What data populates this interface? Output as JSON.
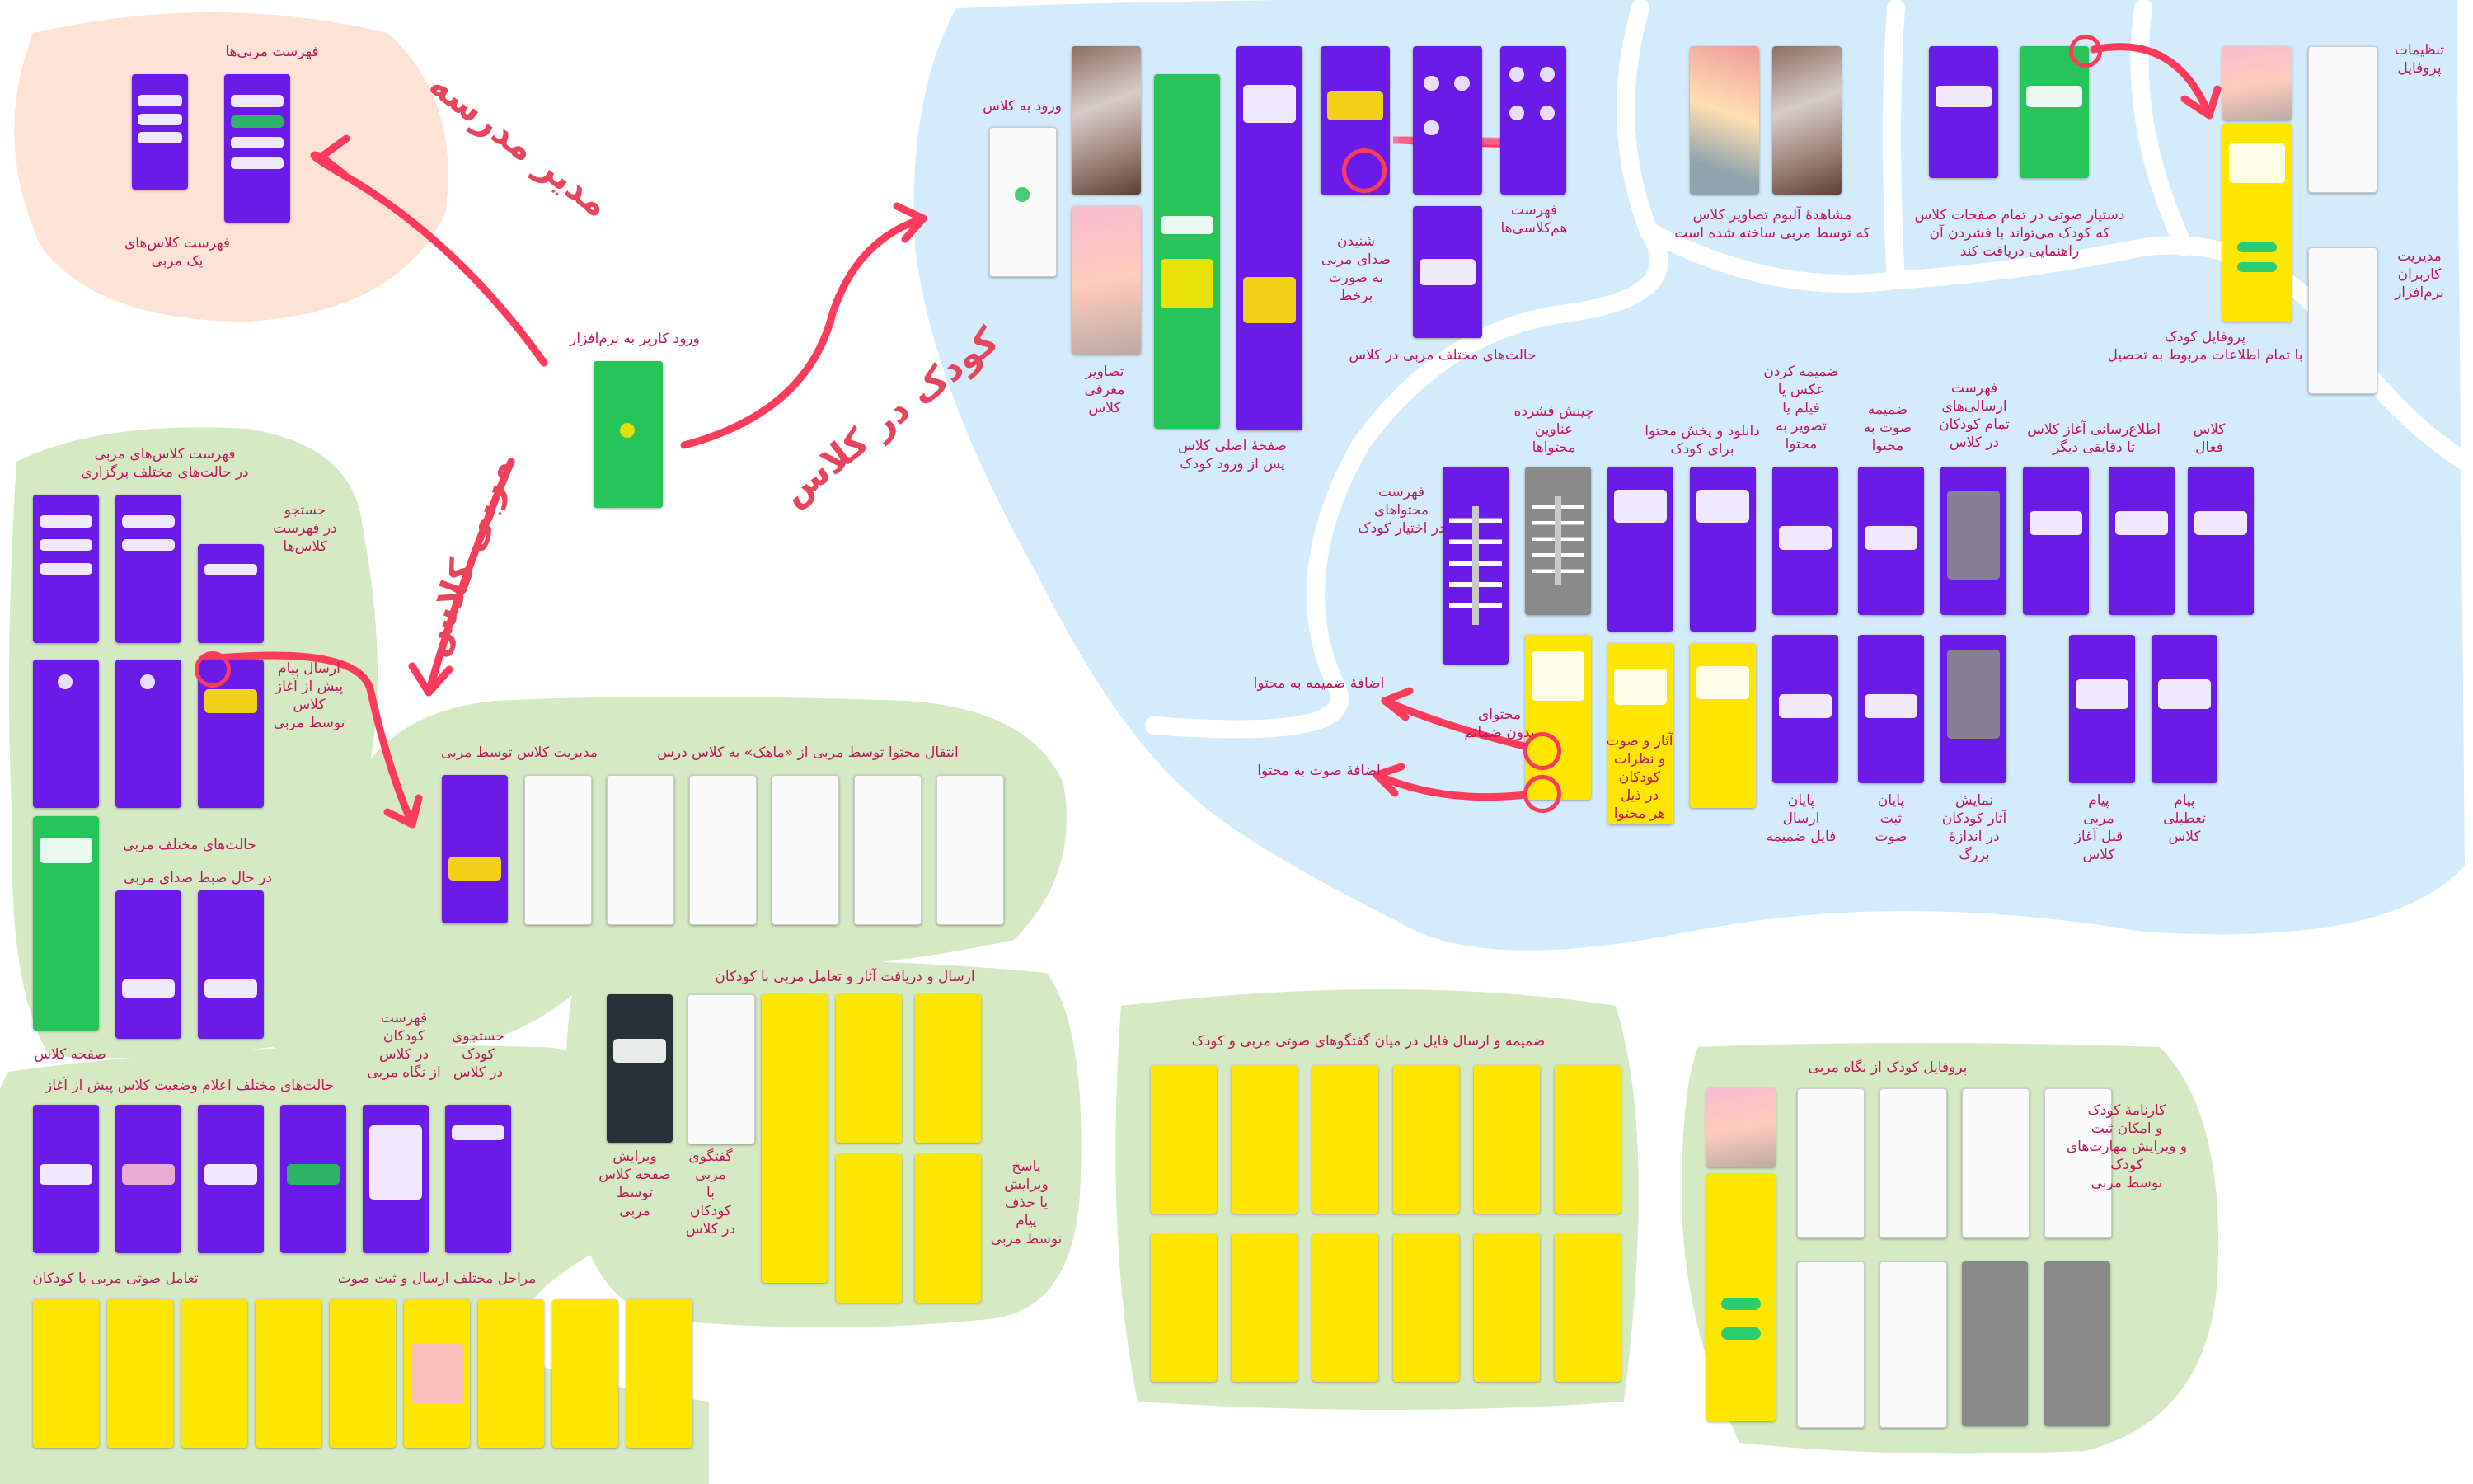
{
  "colors": {
    "school_zone": "#fde2d6",
    "child_zone": "#d4ebfb",
    "teacher_zone": "#d5e9c4",
    "arrow": "#ff3b5c",
    "label": "#c2185b",
    "primary_violet": "#6a1be8",
    "primary_yellow": "#ffe600",
    "primary_green": "#27c45a"
  },
  "flows": {
    "school_manager": "مدیر مدرسه",
    "teacher": "مربی کلاس",
    "child_in_class": "کودک در کلاس"
  },
  "labels": {
    "user_login": "ورود کاربر به نرم‌افزار",
    "teachers_list": "فهرست مربی‌ها",
    "teacher_classes": "فهرست کلاس‌های\nیک مربی",
    "class_entry": "ورود به کلاس",
    "intro_images": "تصاویر\nمعرفی\nکلاس",
    "main_page": "صفحهٔ اصلی کلاس\nپس از ورود کودک",
    "teacher_voice": "شنیدن\nصدای مربی\nبه صورت\nبرخط",
    "teacher_states": "حالت‌های مختلف مربی در کلاس",
    "classmates": "فهرست\nهم‌کلاسی‌ها",
    "album": "مشاهدهٔ آلبوم تصاویر کلاس\nکه توسط مربی ساخته شده است",
    "voice_assistant": "دستیار صوتی در تمام صفحات کلاس\nکه کودک می‌تواند با فشردن آن\nراهنمایی دریافت کند",
    "profile_settings": "تنظیمات\nپروفایل",
    "child_profile": "پروفایل کودک\nبا تمام اطلاعات مربوط به تحصیل",
    "user_management": "مدیریت\nکاربران\nنرم‌افزار",
    "active_class": "کلاس\nفعال",
    "class_start_notice": "اطلاع‌رسانی آغاز کلاس\nتا دقایقی دیگر",
    "children_list_sent": "فهرست\nارسالی‌های\nتمام کودکان\nدر کلاس",
    "attach_voice": "ضمیمه\nصوت به\nمحتوا",
    "attach_photo": "ضمیمه کردن\nعکس یا\nفیلم یا\nتصویر به\nمحتوا",
    "download_content": "دانلود و پخش محتوا\nبرای کودک",
    "content_titles": "چینش فشرده\nعناوین\nمحتواها",
    "content_list": "فهرست\nمحتواهای\nدر اختیار کودک",
    "holiday_msg": "پیام\nتعطیلی\nکلاس",
    "pre_class_msg": "پیام\nمربی\nقبل آغاز\nکلاس",
    "show_works": "نمایش\nآثار کودکان\nدر اندازهٔ\nبزرگ",
    "end_voice": "پایان\nثبت\nصوت",
    "end_file": "پایان\nارسال\nفایل ضمیمه",
    "works_comments": "آثار و صوت\nو نظرات\nکودکان\nدر ذیل\nهر محتوا",
    "no_attachment": "محتوای\nبدون ضمائم",
    "add_attachment": "اضافهٔ ضمیمه به محتوا",
    "add_voice": "اضافهٔ صوت به محتوا",
    "teacher_classes_states": "فهرست کلاس‌های مربی\nدر حالت‌های مختلف برگزاری",
    "search_classes": "جستجو\nدر فهرست\nکلاس‌ها",
    "send_pre_msg": "ارسال پیام\nپیش از آغاز\nکلاس\nتوسط مربی",
    "teacher_modes": "حالت‌های مختلف مربی",
    "recording": "در حال ضبط صدای مربی",
    "class_page": "صفحه کلاس",
    "children_list": "فهرست\nکودکان\nدر کلاس\nاز نگاه مربی",
    "search_child": "جستجوی\nکودک\nدر کلاس",
    "pre_class_states": "حالت‌های مختلف اعلام وضعیت کلاس پیش از آغاز",
    "class_management": "مدیریت کلاس توسط مربی",
    "content_transfer": "انتقال محتوا توسط مربی از «ماهک» به کلاس درس",
    "send_receive_works": "ارسال و دریافت آثار و تعامل مربی با کودکان",
    "edit_class_page": "ویرایش\nصفحه کلاس\nتوسط\nمربی",
    "teacher_chat": "گفتگوی\nمربی\nبا\nکودکان\nدر کلاس",
    "reply_edit": "پاسخ\nویرایش\nیا حذف\nپیام\nتوسط مربی",
    "voice_interaction": "تعامل صوتی مربی با کودکان",
    "voice_steps": "مراحل مختلف ارسال و ثبت صوت",
    "attach_send": "ضمیمه و ارسال فایل در میان گفتگوهای صوتی مربی و کودک",
    "child_profile_teacher": "پروفایل کودک از نگاه مربی",
    "report_card": "کارنامهٔ کودک\nو امکان ثبت\nو ویرایش مهارت‌های\nکودک\nتوسط مربی"
  }
}
